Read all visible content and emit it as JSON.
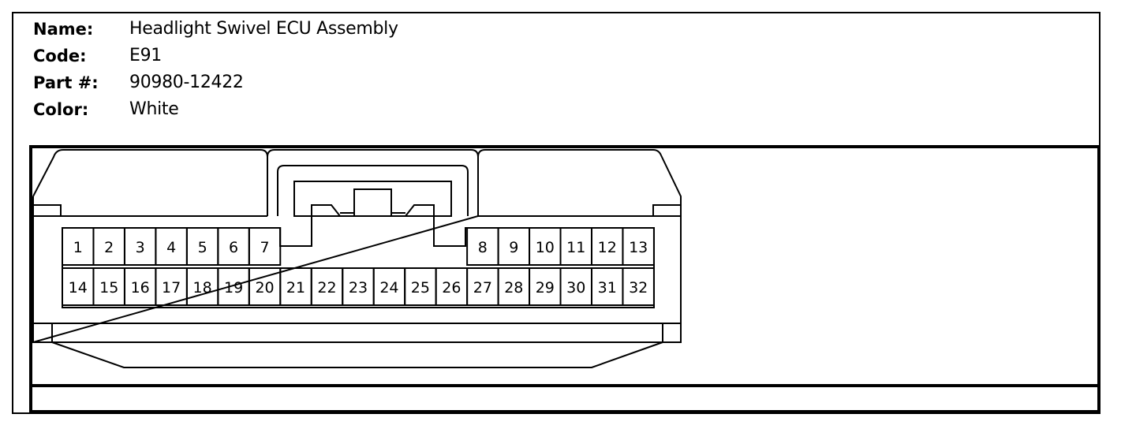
{
  "info": {
    "name_label": "Name:",
    "name_value": "Headlight Swivel ECU Assembly",
    "code_label": "Code:",
    "code_value": "E91",
    "part_label": "Part #:",
    "part_value": "90980-12422",
    "color_label": "Color:",
    "color_value": "White"
  },
  "connector": {
    "top_row": [
      "1",
      "2",
      "3",
      "4",
      "5",
      "6",
      "7",
      "8",
      "9",
      "10",
      "11",
      "12",
      "13"
    ],
    "bottom_row": [
      "14",
      "15",
      "16",
      "17",
      "18",
      "19",
      "20",
      "21",
      "22",
      "23",
      "24",
      "25",
      "26",
      "27",
      "28",
      "29",
      "30",
      "31",
      "32"
    ]
  }
}
